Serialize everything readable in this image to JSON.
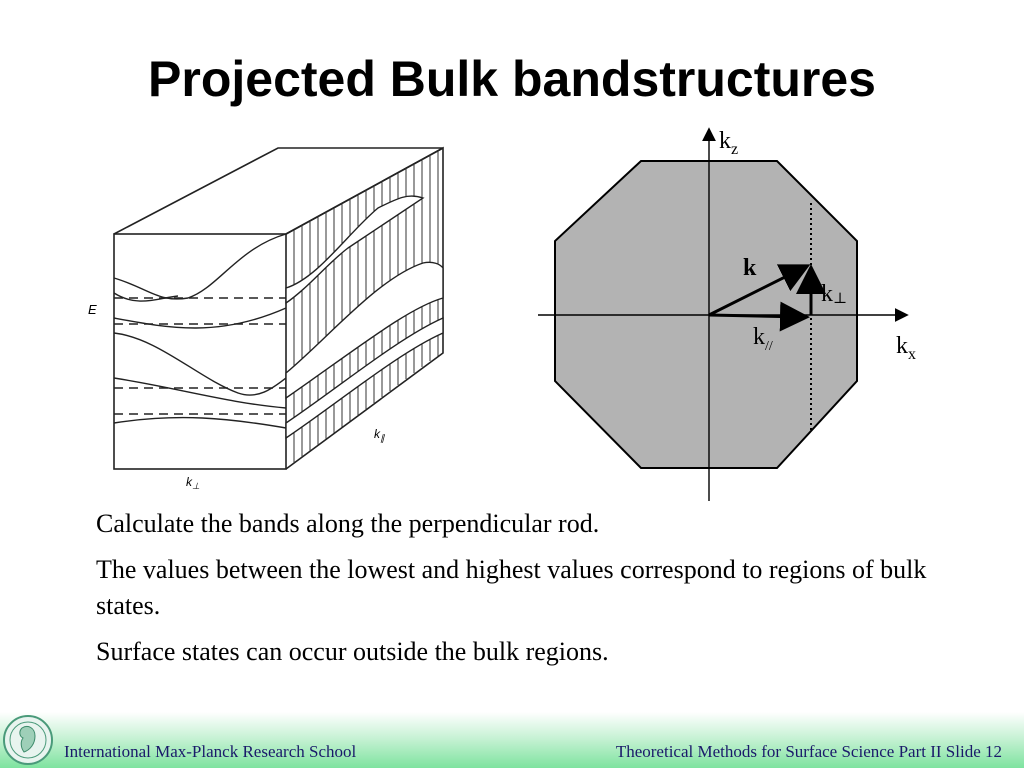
{
  "slide": {
    "title": "Projected Bulk bandstructures",
    "paragraphs": [
      "Calculate the bands along the perpendicular rod.",
      "The values between the lowest and highest values correspond to regions of bulk states.",
      "Surface states can occur outside the bulk regions."
    ]
  },
  "left_figure": {
    "energy_label": "E",
    "k_parallel_label": "k",
    "k_parallel_sub": "∥",
    "k_perp_label": "k",
    "k_perp_sub": "⊥"
  },
  "right_figure": {
    "kz_label": "k",
    "kz_sub": "z",
    "kx_label": "k",
    "kx_sub": "x",
    "k_vector_label": "k",
    "k_perp_label": "k",
    "k_perp_sub": "⊥",
    "k_par_label": "k",
    "k_par_sub": "//",
    "fill_color": "#b3b3b3"
  },
  "footer": {
    "left_text": "International Max-Planck Research School",
    "right_text": "Theoretical Methods for Surface Science Part II  Slide 12"
  }
}
